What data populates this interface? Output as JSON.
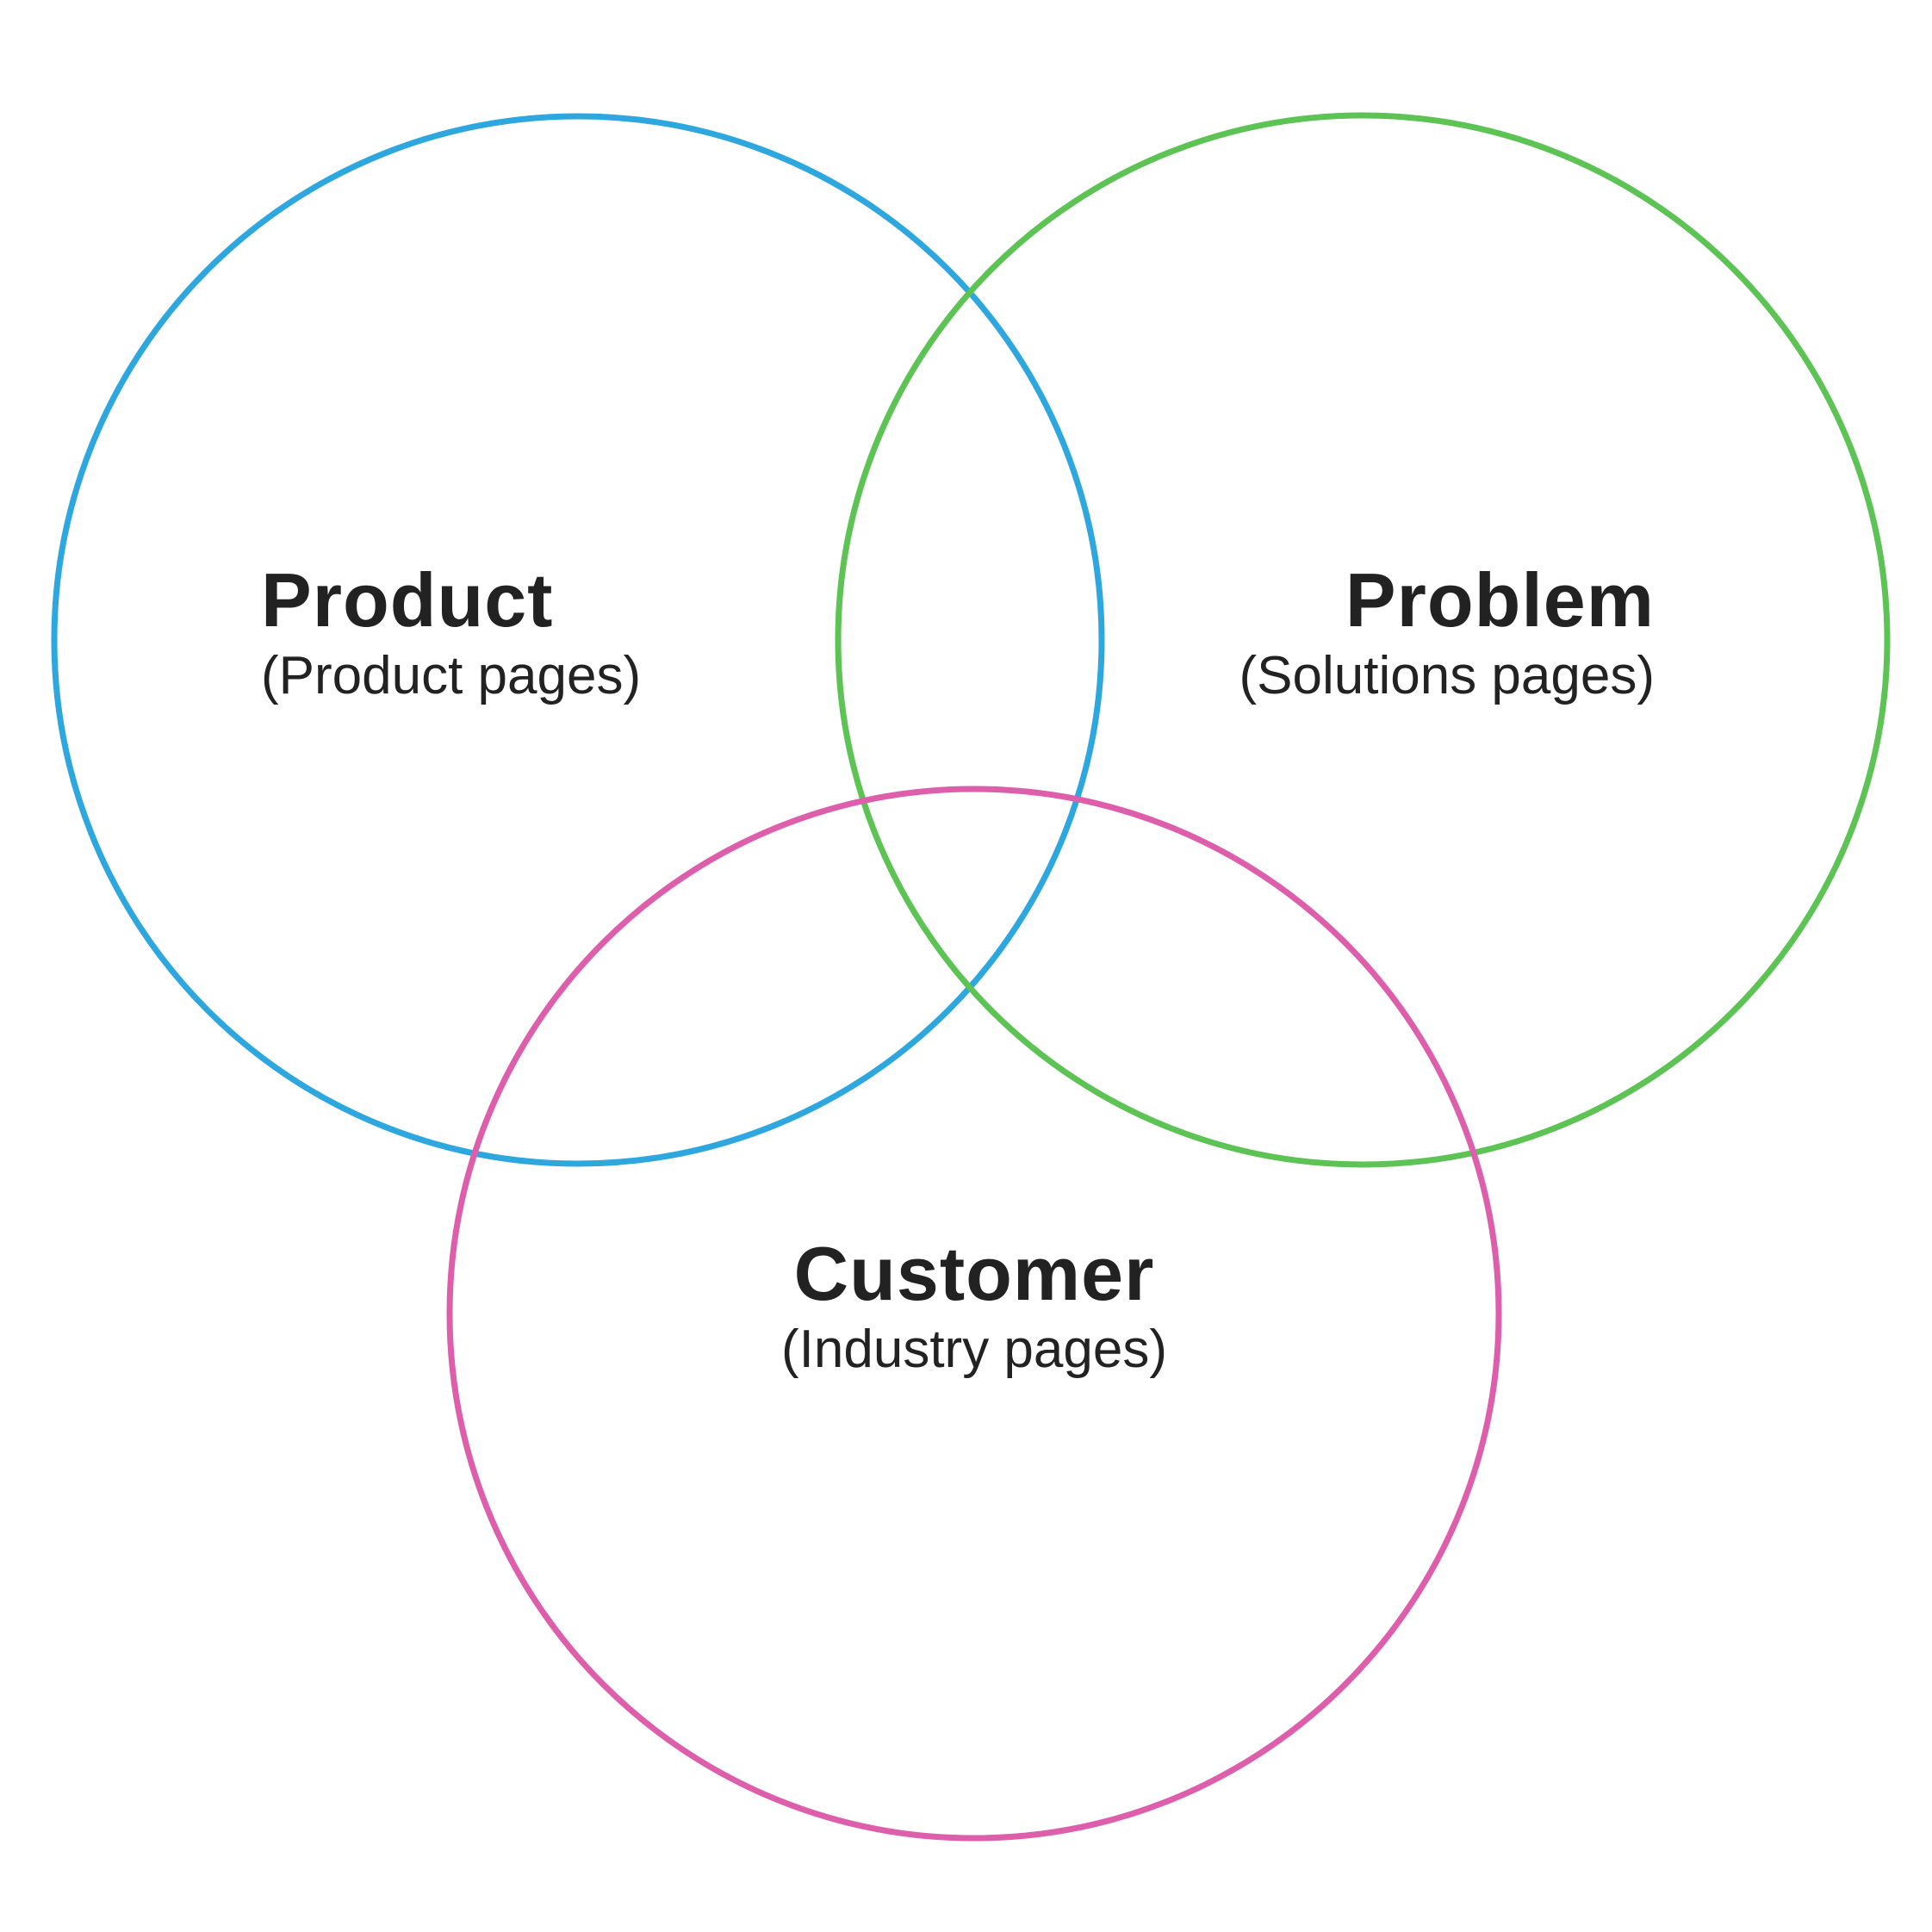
{
  "diagram": {
    "type": "venn",
    "sets": [
      {
        "id": "product",
        "title": "Product",
        "subtitle": "(Product pages)",
        "color": "#2ea7de"
      },
      {
        "id": "problem",
        "title": "Problem",
        "subtitle": "(Solutions pages)",
        "color": "#5cc354"
      },
      {
        "id": "customer",
        "title": "Customer",
        "subtitle": "(Industry pages)",
        "color": "#dd5fab"
      }
    ]
  }
}
